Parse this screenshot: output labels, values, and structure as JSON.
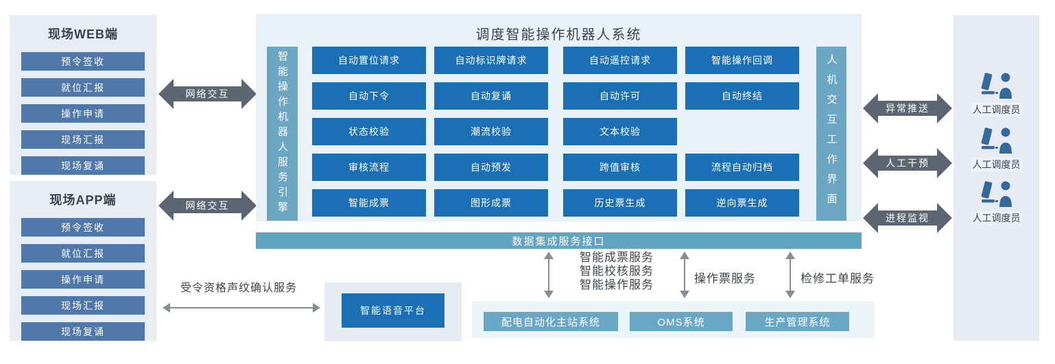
{
  "colors": {
    "grid_button_blue": "#1b70b5",
    "side_item_blue": "#4f77a8",
    "vertical_bar_blue": "#6ba6c3",
    "data_bar_blue": "#62a4c4",
    "system_button_teal": "#68a8c6",
    "block_arrow_gray": "#5b6672",
    "thin_arrow_gray": "#858d96",
    "dispatcher_icon_blue": "#35699c",
    "panel_light": "#e8ecf3",
    "main_panel_bg": "#e9f2f7"
  },
  "web_panel": {
    "title": "现场WEB端",
    "items": [
      "预令签收",
      "就位汇报",
      "操作申请",
      "现场汇报",
      "现场复诵"
    ]
  },
  "app_panel": {
    "title": "现场APP端",
    "items": [
      "预令签收",
      "就位汇报",
      "操作申请",
      "现场汇报",
      "现场复诵"
    ]
  },
  "network_arrows": {
    "top": "网络交互",
    "bottom": "网络交互"
  },
  "main_system": {
    "title": "调度智能操作机器人系统",
    "left_bar": "智能操作机器人服务引擎",
    "right_bar": "人机交互工作界面",
    "grid": {
      "r1": [
        "自动置位请求",
        "自动标识牌请求",
        "自动遥控请求",
        "智能操作回调"
      ],
      "r2": [
        "自动下令",
        "自动复诵",
        "自动许可",
        "自动终结"
      ],
      "r3": [
        "状态校验",
        "潮流校验",
        "文本校验"
      ],
      "r4": [
        "审核流程",
        "自动预发",
        "跨值审核",
        "流程自动归档"
      ],
      "r5": [
        "智能成票",
        "图形成票",
        "历史票生成",
        "逆向票生成"
      ]
    }
  },
  "data_bar": {
    "label": "数据集成服务接口"
  },
  "interaction_arrows": [
    "异常推送",
    "人工干预",
    "进程监视"
  ],
  "dispatchers": [
    "人工调度员",
    "人工调度员",
    "人工调度员"
  ],
  "voice": {
    "service_label": "受令资格声纹确认服务",
    "platform": "智能语音平台"
  },
  "integration_services": {
    "group1_line1": "智能成票服务",
    "group1_line2": "智能校核服务",
    "group1_line3": "智能操作服务",
    "group2": "操作票服务",
    "group3": "检修工单服务"
  },
  "bottom_systems": [
    "配电自动化主站系统",
    "OMS系统",
    "生产管理系统"
  ]
}
